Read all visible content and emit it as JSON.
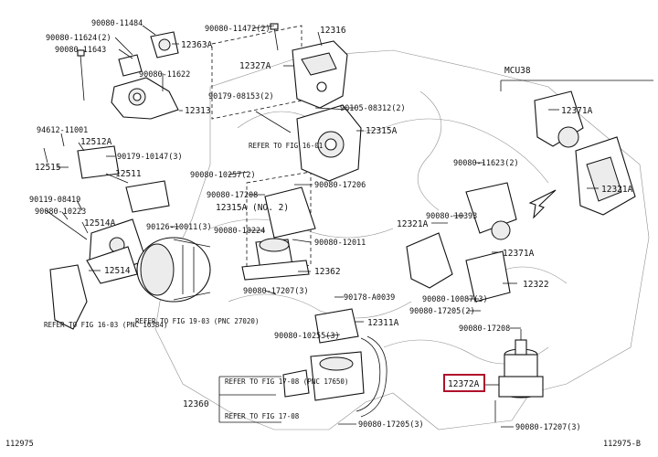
{
  "diagram": {
    "part_labels": [
      "90080-11484",
      "90080-11624(2)",
      "90080-11643",
      "12363A",
      "90080-11622",
      "12313",
      "90080-11472(2)",
      "12316",
      "12327A",
      "90179-08153(2)",
      "90105-08312(2)",
      "12315A",
      "REFER TO FIG 16-01",
      "94612-11001",
      "12512A",
      "90179-10147(3)",
      "12515",
      "12511",
      "90080-10257(2)",
      "90080-17206",
      "90080-17208",
      "12315A (NO. 2)",
      "90119-08419",
      "90080-10223",
      "12514A",
      "90126-10011(3)",
      "90080-10224",
      "90080-12011",
      "12514",
      "12362",
      "90080-17207(3)",
      "90178-A0039",
      "REFER TO FIG 16-03 (PNC 16384)",
      "REFER TO FIG 19-03 (PNC 27020)",
      "12311A",
      "90080-10255(3)",
      "REFER TO FIG 17-08 (PNC 17650)",
      "12360",
      "REFER TO FIG 17-08",
      "90080-17205(3)",
      "MCU38",
      "12371A",
      "12321A",
      "90080-11623(2)",
      "90080-10393",
      "12321A",
      "12371A",
      "12322",
      "90080-10087(3)",
      "90080-17205(2)",
      "90080-17208",
      "12372A",
      "90080-17207(3)",
      "112975",
      "112975-B"
    ],
    "highlighted_label": "12372A",
    "highlight_color": "#b0102b"
  }
}
